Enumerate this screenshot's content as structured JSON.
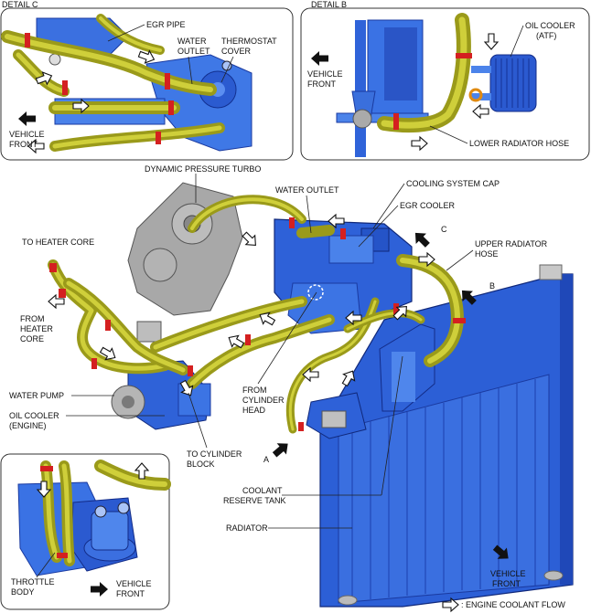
{
  "details": {
    "c": {
      "title": "DETAIL C",
      "egr_pipe": "EGR PIPE",
      "water_outlet": [
        "WATER",
        "OUTLET"
      ],
      "thermostat_cover": [
        "THERMOSTAT",
        "COVER"
      ],
      "vehicle_front": [
        "VEHICLE",
        "FRONT"
      ]
    },
    "b": {
      "title": "DETAIL B",
      "oil_cooler_atf": [
        "OIL COOLER",
        "(ATF)"
      ],
      "vehicle_front": [
        "VEHICLE",
        "FRONT"
      ],
      "lower_radiator_hose": "LOWER RADIATOR HOSE"
    },
    "a": {
      "throttle_body": [
        "THROTTLE",
        "BODY"
      ],
      "vehicle_front": [
        "VEHICLE",
        "FRONT"
      ]
    }
  },
  "main": {
    "dynamic_pressure_turbo": "DYNAMIC PRESSURE TURBO",
    "water_outlet": "WATER OUTLET",
    "cooling_system_cap": "COOLING SYSTEM CAP",
    "egr_cooler": "EGR COOLER",
    "to_heater_core": "TO HEATER CORE",
    "upper_radiator_hose": [
      "UPPER RADIATOR",
      "HOSE"
    ],
    "from_heater_core": [
      "FROM",
      "HEATER",
      "CORE"
    ],
    "from_cylinder_head": [
      "FROM",
      "CYLINDER",
      "HEAD"
    ],
    "water_pump": "WATER PUMP",
    "oil_cooler_engine": [
      "OIL COOLER",
      "(ENGINE)"
    ],
    "to_cylinder_block": [
      "TO  CYLINDER",
      "BLOCK"
    ],
    "coolant_reserve_tank": [
      "COOLANT",
      "RESERVE TANK"
    ],
    "radiator": "RADIATOR",
    "vehicle_front": [
      "VEHICLE",
      "FRONT"
    ],
    "callouts": {
      "a": "A",
      "b": "B",
      "c": "C"
    }
  },
  "legend": {
    "engine_coolant_flow": ": ENGINE COOLANT FLOW"
  },
  "colors": {
    "engine_blue": "#2a5fd8",
    "hose_yellow": "#b7b22a",
    "clamp_red": "#d42020",
    "turbo_gray": "#9a9a9a"
  }
}
